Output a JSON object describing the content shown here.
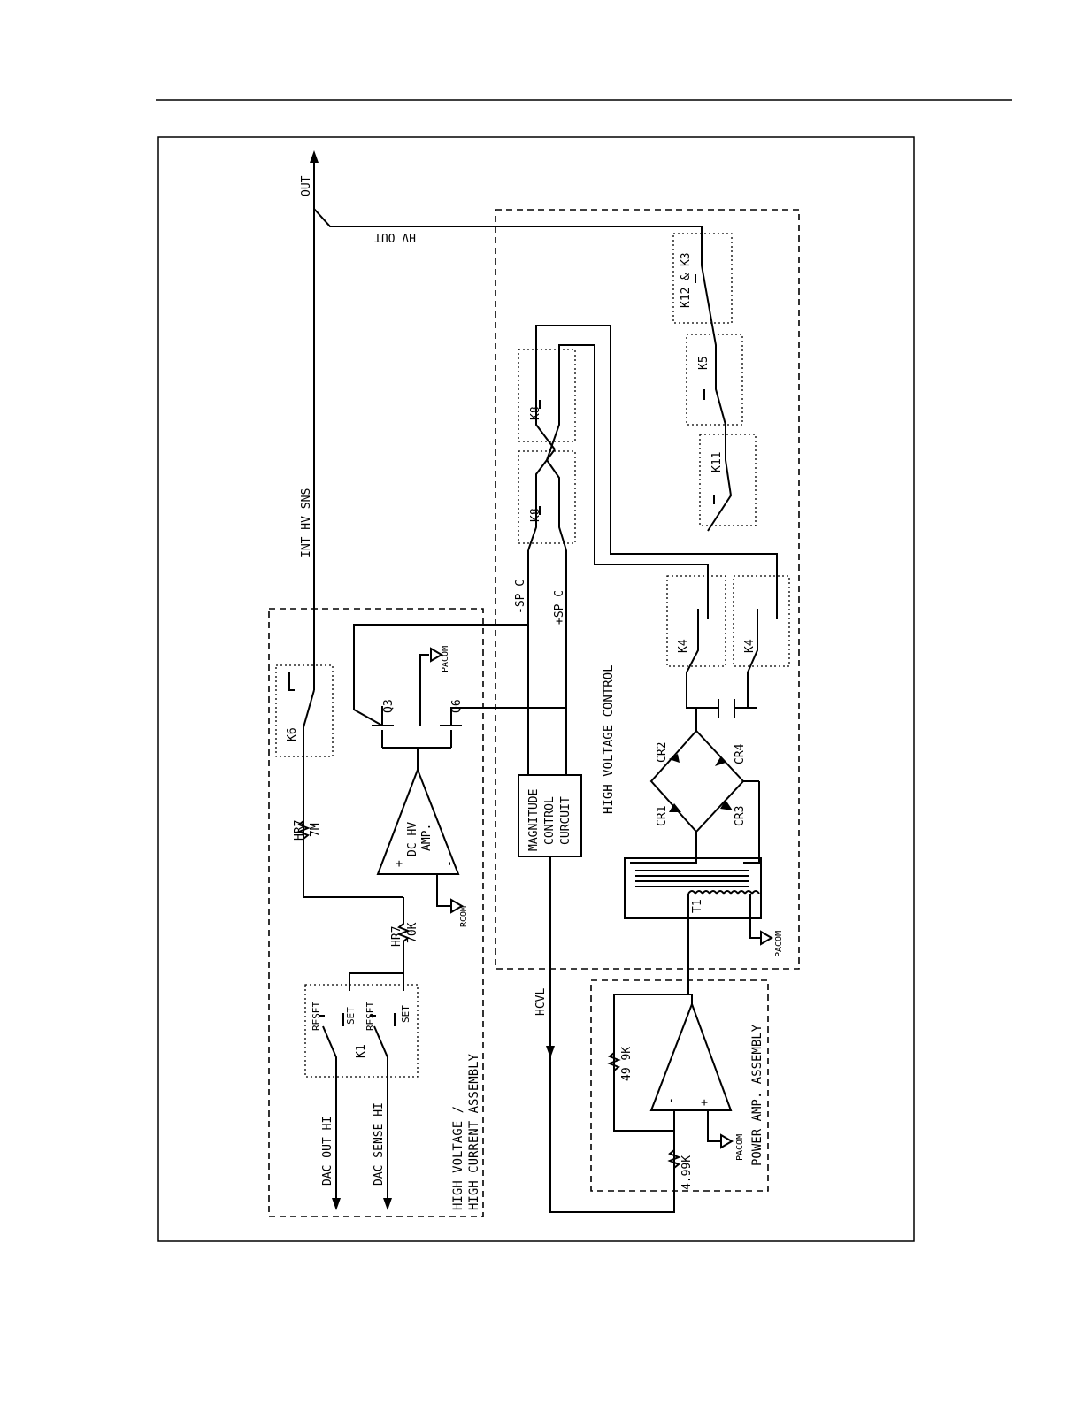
{
  "diagram": {
    "output_label": "OUT",
    "hv_out": "HV OUT",
    "int_hv_sns": "INT HV SNS",
    "minus_sp_c": "-SP C",
    "plus_sp_c": "+SP C",
    "hcvl": "HCVL",
    "hv_control": "HIGH VOLTAGE CONTROL",
    "hv_assembly_line1": "HIGH VOLTAGE /",
    "hv_assembly_line2": "HIGH CURRENT ASSEMBLY",
    "power_amp_assembly": "POWER AMP. ASSEMBLY",
    "dac_out_hi": "DAC OUT HI",
    "dac_sense_hi": "DAC SENSE HI",
    "k1": "K1",
    "k3": "K12 & K3",
    "k4a": "K4",
    "k4b": "K4",
    "k5": "K5",
    "k6": "K6",
    "k8a": "K8",
    "k8b": "K8",
    "k11": "K11",
    "reset_a": "RESET",
    "set_a": "SET",
    "reset_b": "RESET",
    "set_b": "SET",
    "hr7_top": "HR7",
    "hr7_top_val": "7M",
    "hr7_bot": "HR7",
    "hr7_bot_val": "70K",
    "dc_hv_amp_1": "DC HV",
    "dc_hv_amp_2": "AMP.",
    "q3": "Q3",
    "q6": "Q6",
    "pacom_1": "PACOM",
    "pacom_2": "PACOM",
    "pacom_3": "PACOM",
    "rcom": "RCOM",
    "magnitude_1": "MAGNITUDE",
    "magnitude_2": "CONTROL",
    "magnitude_3": "CURCUIT",
    "cr1": "CR1",
    "cr2": "CR2",
    "cr3": "CR3",
    "cr4": "CR4",
    "t1": "T1",
    "r_49k": "49 9K",
    "r_4k": "4.99K",
    "plus_a": "+",
    "minus_a": "-",
    "plus_b": "+",
    "minus_b": "-"
  }
}
